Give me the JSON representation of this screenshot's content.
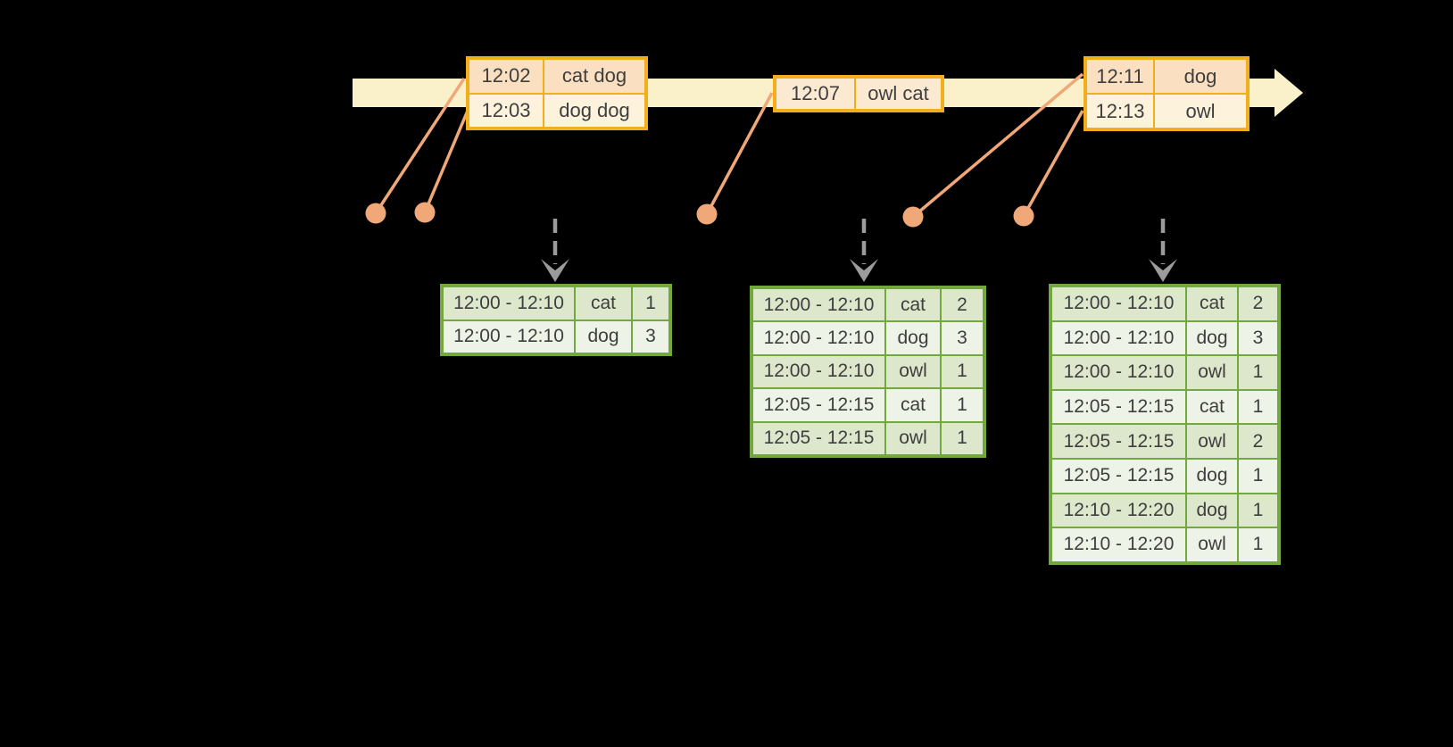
{
  "diagram": {
    "description_visible_elements_only": true,
    "background": "#000000"
  },
  "colors": {
    "timeline_band": "#FAF0C9",
    "event_table_border": "#F2AF1D",
    "event_row_peach": "#FADFC1",
    "event_row_cream": "#FDF2DC",
    "event_row_single": "#FBEAD1",
    "connector_and_dots": "#F0A878",
    "trigger_arrow_gray": "#9B9B9B",
    "result_table_border": "#72A83F",
    "result_row_dark": "#DCE7CB",
    "result_row_light": "#EEF3E8",
    "text": "#3E3E3E"
  },
  "icons": {
    "timeline_arrowhead": "right-arrowhead",
    "event_marker": "filled-dot",
    "trigger_marker": "dashed-down-arrow"
  },
  "event_tables": [
    {
      "rows": [
        {
          "time": "12:02",
          "words": "cat dog"
        },
        {
          "time": "12:03",
          "words": "dog dog"
        }
      ]
    },
    {
      "rows": [
        {
          "time": "12:07",
          "words": "owl cat"
        }
      ]
    },
    {
      "rows": [
        {
          "time": "12:11",
          "words": "dog"
        },
        {
          "time": "12:13",
          "words": "owl"
        }
      ]
    }
  ],
  "result_tables": [
    {
      "rows": [
        {
          "window": "12:00 - 12:10",
          "word": "cat",
          "count": "1"
        },
        {
          "window": "12:00 - 12:10",
          "word": "dog",
          "count": "3"
        }
      ]
    },
    {
      "rows": [
        {
          "window": "12:00 - 12:10",
          "word": "cat",
          "count": "2"
        },
        {
          "window": "12:00 - 12:10",
          "word": "dog",
          "count": "3"
        },
        {
          "window": "12:00 - 12:10",
          "word": "owl",
          "count": "1"
        },
        {
          "window": "12:05 - 12:15",
          "word": "cat",
          "count": "1"
        },
        {
          "window": "12:05 - 12:15",
          "word": "owl",
          "count": "1"
        }
      ]
    },
    {
      "rows": [
        {
          "window": "12:00 - 12:10",
          "word": "cat",
          "count": "2"
        },
        {
          "window": "12:00 - 12:10",
          "word": "dog",
          "count": "3"
        },
        {
          "window": "12:00 - 12:10",
          "word": "owl",
          "count": "1"
        },
        {
          "window": "12:05 - 12:15",
          "word": "cat",
          "count": "1"
        },
        {
          "window": "12:05 - 12:15",
          "word": "owl",
          "count": "2"
        },
        {
          "window": "12:05 - 12:15",
          "word": "dog",
          "count": "1"
        },
        {
          "window": "12:10 - 12:20",
          "word": "dog",
          "count": "1"
        },
        {
          "window": "12:10 - 12:20",
          "word": "owl",
          "count": "1"
        }
      ]
    }
  ]
}
